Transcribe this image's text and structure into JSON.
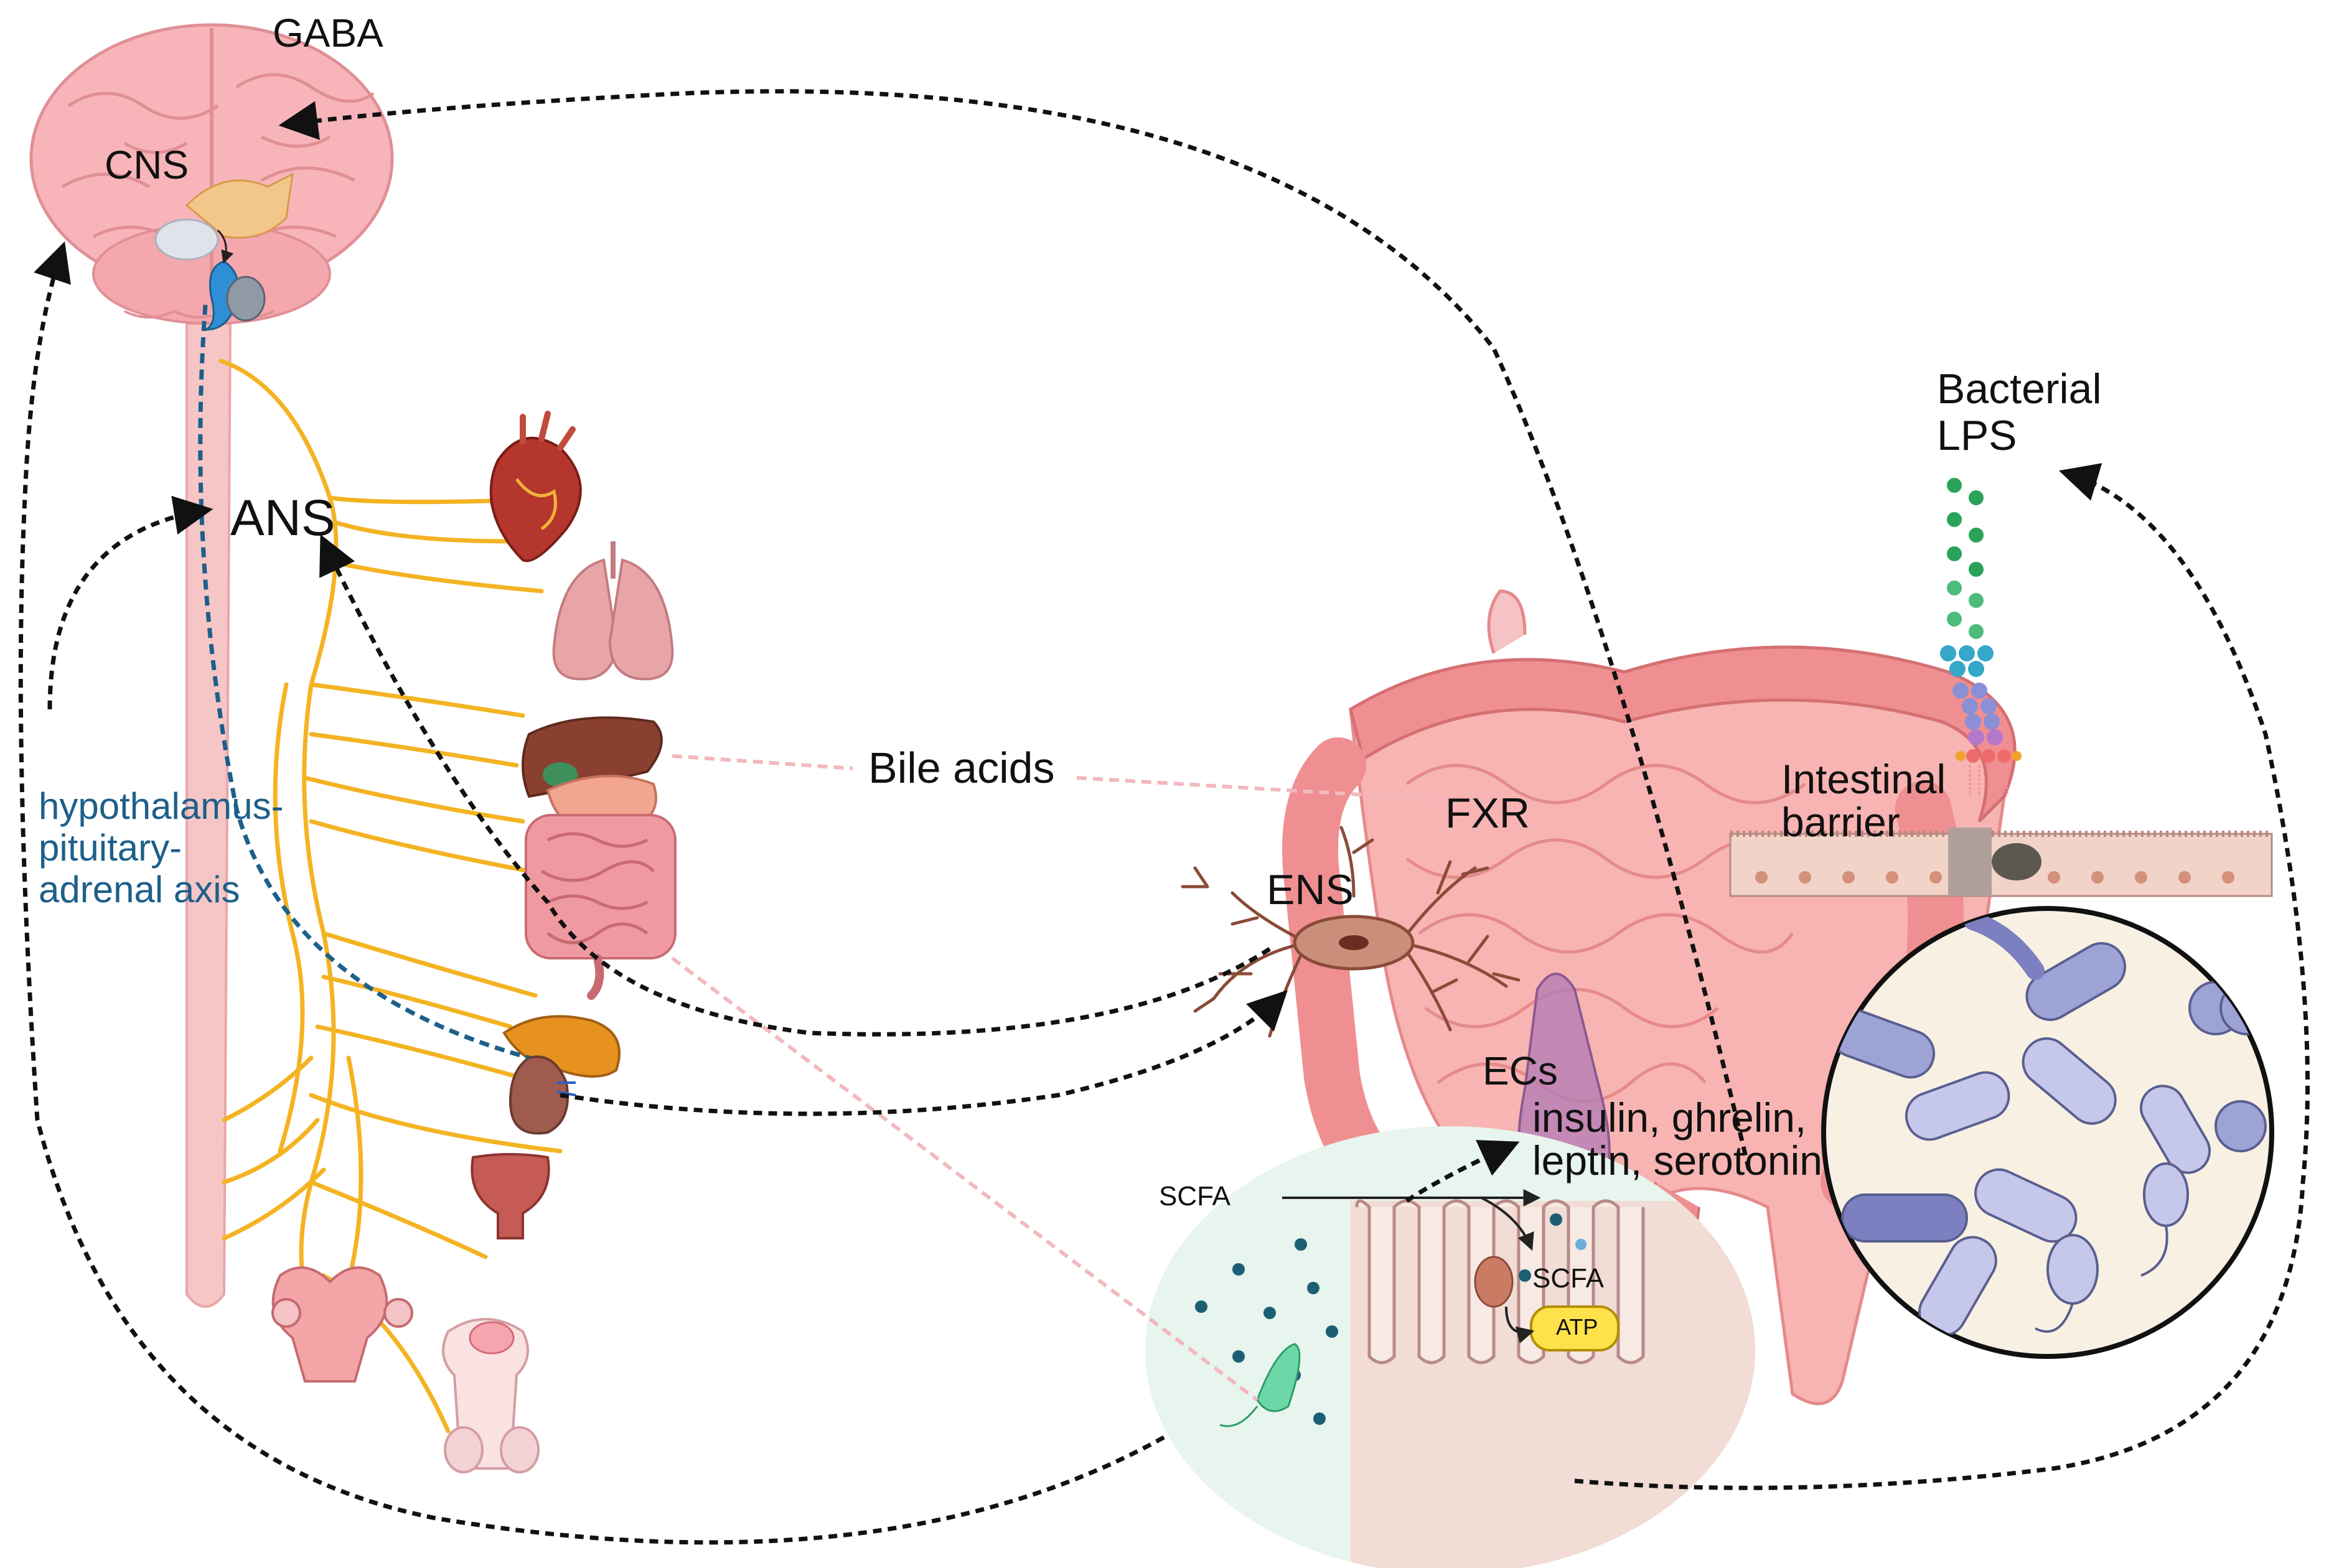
{
  "labels": {
    "gaba": "GABA",
    "cns": "CNS",
    "ans": "ANS",
    "hpa_line1": "hypothalamus-",
    "hpa_line2": "pituitary-",
    "hpa_line3": "adrenal axis",
    "bile_acids": "Bile acids",
    "fxr": "FXR",
    "ens": "ENS",
    "ecs": "ECs",
    "hormones_line1": "insulin, ghrelin,",
    "hormones_line2": "leptin, serotonin",
    "scfa_top": "SCFA",
    "scfa_cell": "SCFA",
    "atp": "ATP",
    "lps_line1": "Bacterial",
    "lps_line2": "LPS",
    "barrier_line1": "Intestinal",
    "barrier_line2": "barrier"
  },
  "colors": {
    "nerve": "#f4b323",
    "spine": "#f6c6c6",
    "brain": "#f7b5b9",
    "gut": "#ef9a9a",
    "hpa": "#1d5f8a",
    "bile": "#f2b8bd",
    "microbe": "#9ea3d6",
    "arrow": "#111111"
  }
}
